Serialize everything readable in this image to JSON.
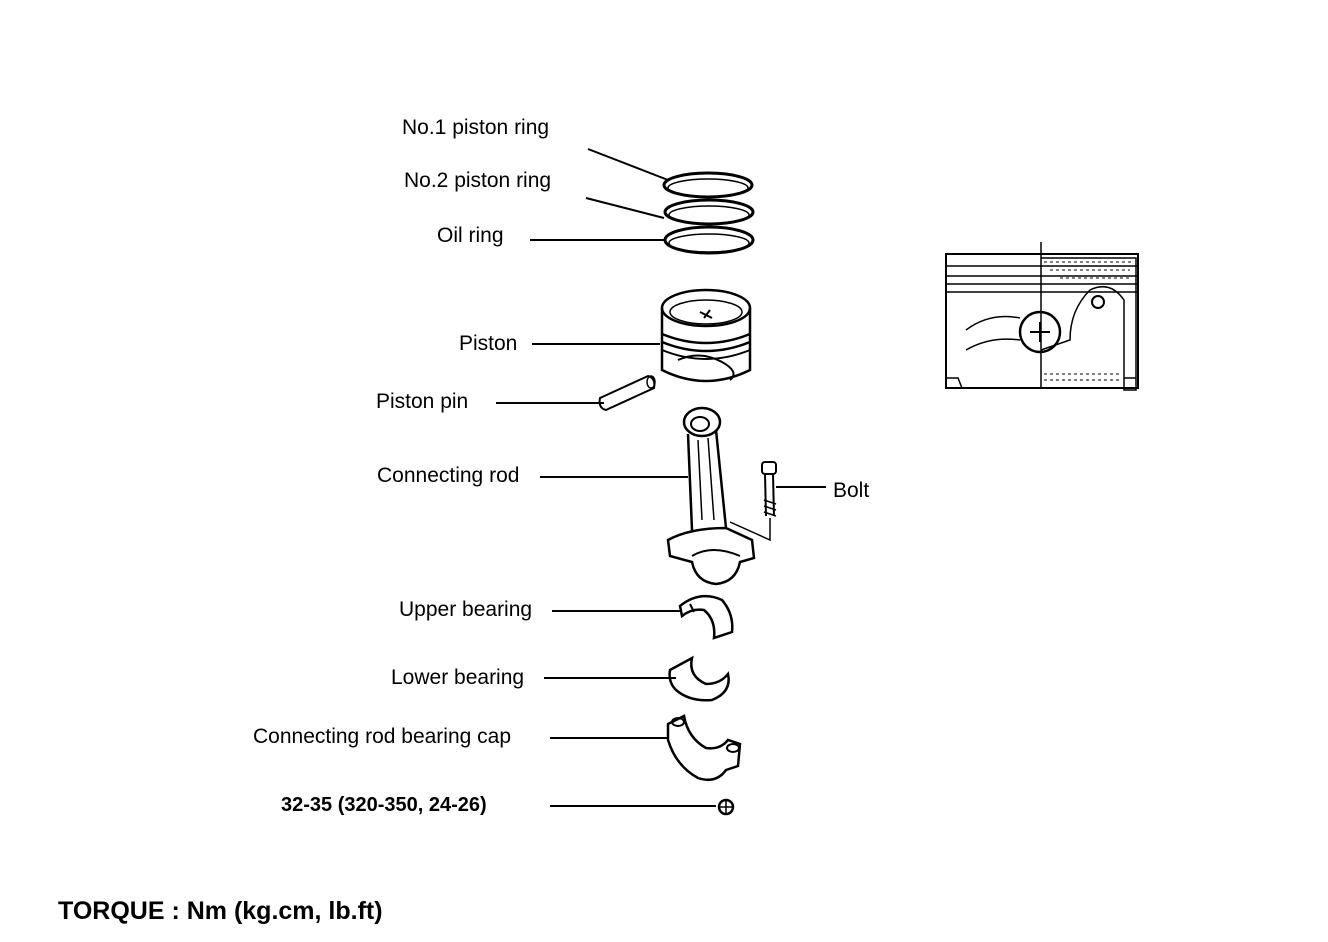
{
  "labels": {
    "ring1": "No.1 piston ring",
    "ring2": "No.2 piston ring",
    "oil_ring": "Oil ring",
    "piston": "Piston",
    "piston_pin": "Piston pin",
    "connecting_rod": "Connecting rod",
    "bolt": "Bolt",
    "upper_bearing": "Upper bearing",
    "lower_bearing": "Lower bearing",
    "bearing_cap": "Connecting rod bearing cap",
    "torque_value": "32-35 (320-350, 24-26)"
  },
  "footer": {
    "torque_units": "TORQUE : Nm (kg.cm, lb.ft)"
  }
}
